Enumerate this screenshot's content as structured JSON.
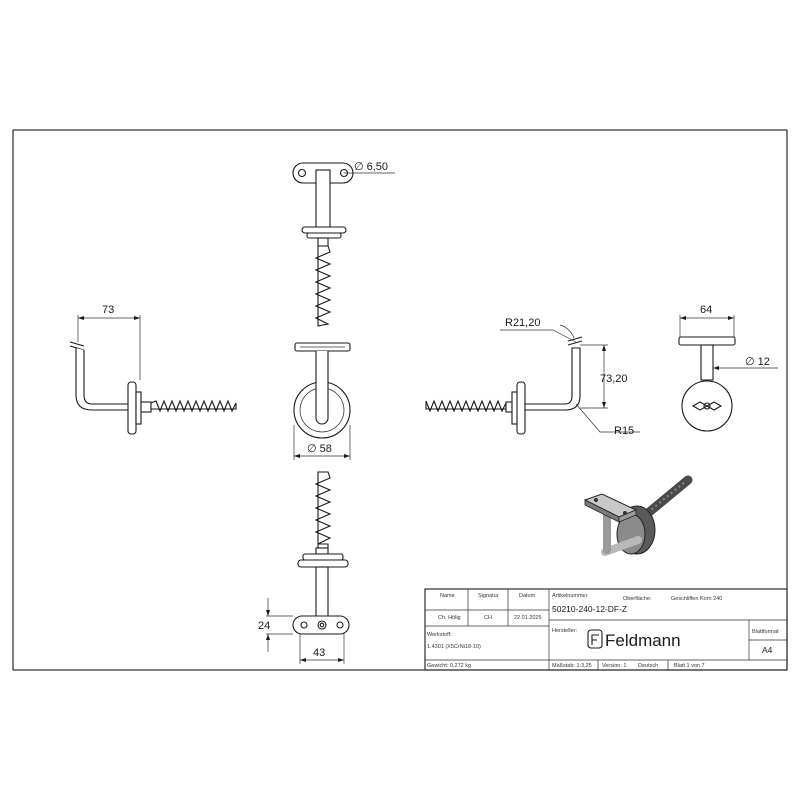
{
  "dimensions": {
    "d_hole": "∅ 6,50",
    "w_73": "73",
    "r_21_20": "R21,20",
    "h_73_20": "73,20",
    "r_15": "R15",
    "w_64": "64",
    "d_12": "∅ 12",
    "d_58": "∅ 58",
    "h_24": "24",
    "w_43": "43"
  },
  "title_block": {
    "headers": {
      "name": "Name",
      "signatur": "Signatur",
      "datum": "Datum",
      "artikelnummer": "Artikelnummer",
      "oberflaeche": "Oberfläche:",
      "hersteller": "Hersteller:",
      "blattformat": "Blattformat"
    },
    "name_value": "Ch. Hölig",
    "signatur_value": "CH",
    "datum_value": "22.01.2025",
    "oberflaeche_value": "Geschliffen Korn 240",
    "artikelnummer_value": "50210-240-12-DF-Z",
    "werkstoff_label": "Werkstoff:",
    "werkstoff_value": "1.4301 (X5CrNi18-10)",
    "gewicht": "Gewicht: 0,272 kg",
    "massstab": "Maßstab: 1:3,25",
    "version": "Version: 1",
    "sprache": "Deutsch",
    "blatt": "Blatt 1 von 7",
    "logo_text": "Feldmann",
    "blattformat_value": "A4"
  }
}
